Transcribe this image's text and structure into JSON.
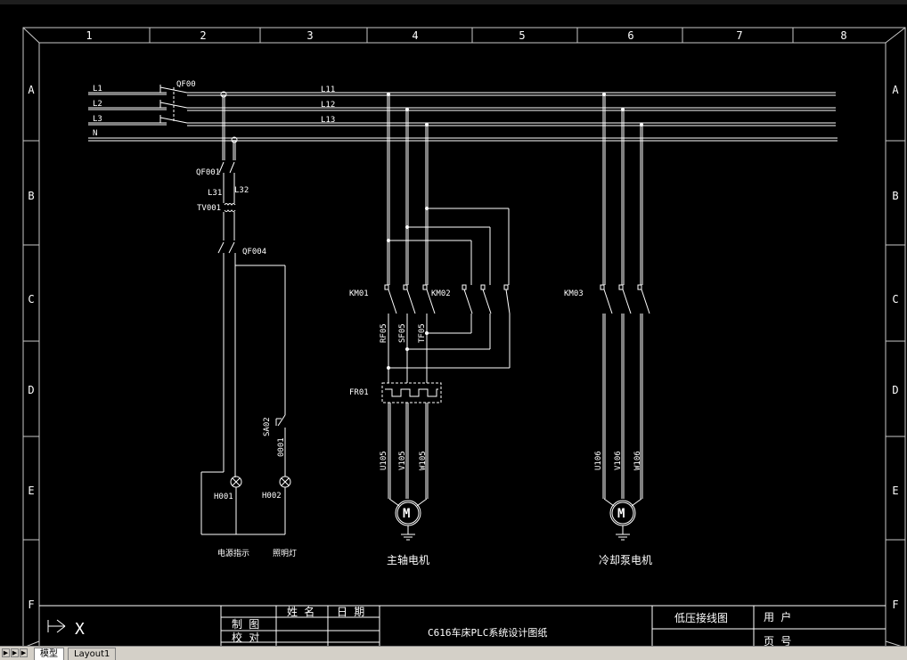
{
  "colors": {
    "background": "#000000",
    "line": "#ffffff",
    "frame": "#c8c8c8",
    "tab_bar": "#d4d0c8"
  },
  "grid": {
    "columns": [
      "1",
      "2",
      "3",
      "4",
      "5",
      "6",
      "7",
      "8"
    ],
    "rows": [
      "A",
      "B",
      "C",
      "D",
      "E",
      "F"
    ]
  },
  "bus": {
    "L1": "L1",
    "L2": "L2",
    "L3": "L3",
    "N": "N",
    "L11": "L11",
    "L12": "L12",
    "L13": "L13",
    "QF00": "QF00"
  },
  "control_circuit": {
    "QF001": "QF001",
    "L31": "L31",
    "L32": "L32",
    "TV001": "TV001",
    "QF004": "QF004",
    "SA02": "SA02",
    "wire_0001": "0001",
    "H001": "H001",
    "H002": "H002",
    "label_power": "电源指示",
    "label_light": "照明灯"
  },
  "main_motor": {
    "KM01": "KM01",
    "KM02": "KM02",
    "RF05": "RF05",
    "SF05": "SF05",
    "TF05": "TF05",
    "FR01": "FR01",
    "U105": "U105",
    "V105": "V105",
    "W105": "W105",
    "motor_symbol": "M",
    "label": "主轴电机"
  },
  "pump_motor": {
    "KM03": "KM03",
    "U106": "U106",
    "V106": "V106",
    "W106": "W106",
    "motor_symbol": "M",
    "label": "冷却泵电机"
  },
  "title_block": {
    "name_header": "姓  名",
    "date_header": "日  期",
    "draw": "制  图",
    "check": "校  对",
    "title": "C616车床PLC系统设计图纸",
    "drawing_name": "低压接线图",
    "user": "用  户",
    "page_no": "页  号"
  },
  "tabs": {
    "model": "模型",
    "layout1": "Layout1"
  },
  "ucs": {
    "x_label": "X"
  }
}
